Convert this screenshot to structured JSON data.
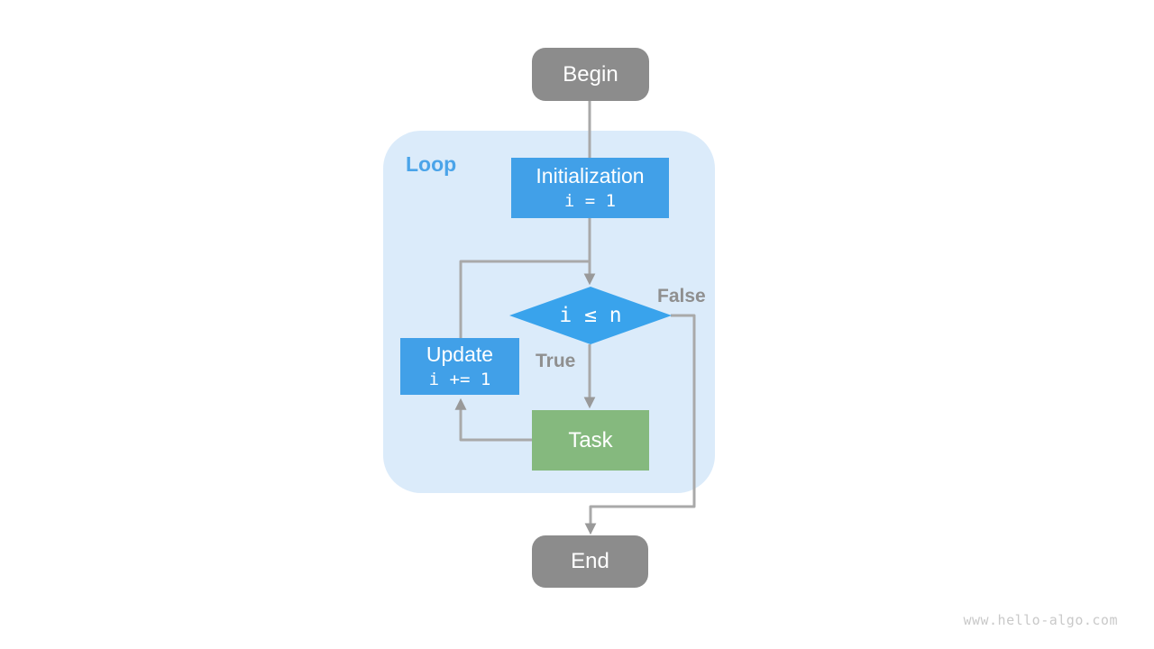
{
  "diagram": {
    "type": "flowchart",
    "loop": {
      "label": "Loop"
    },
    "nodes": {
      "begin": {
        "label": "Begin"
      },
      "init": {
        "label": "Initialization",
        "code": "i = 1"
      },
      "cond": {
        "label": "i ≤ n"
      },
      "update": {
        "label": "Update",
        "code": "i += 1"
      },
      "task": {
        "label": "Task"
      },
      "end": {
        "label": "End"
      }
    },
    "edge_labels": {
      "true_branch": "True",
      "false_branch": "False"
    },
    "colors": {
      "process_blue": "#41a0e8",
      "decision_blue": "#39a3ec",
      "task_green": "#85b97e",
      "terminal_gray": "#8c8c8c",
      "loop_background": "#dbebfa",
      "loop_label_blue": "#4ba4e9",
      "edge_gray": "#a9a9a9",
      "arrowhead_gray": "#999999",
      "edge_label_gray": "#8f8f8f",
      "watermark_gray": "#c9c9c9"
    }
  },
  "watermark": "www.hello-algo.com"
}
